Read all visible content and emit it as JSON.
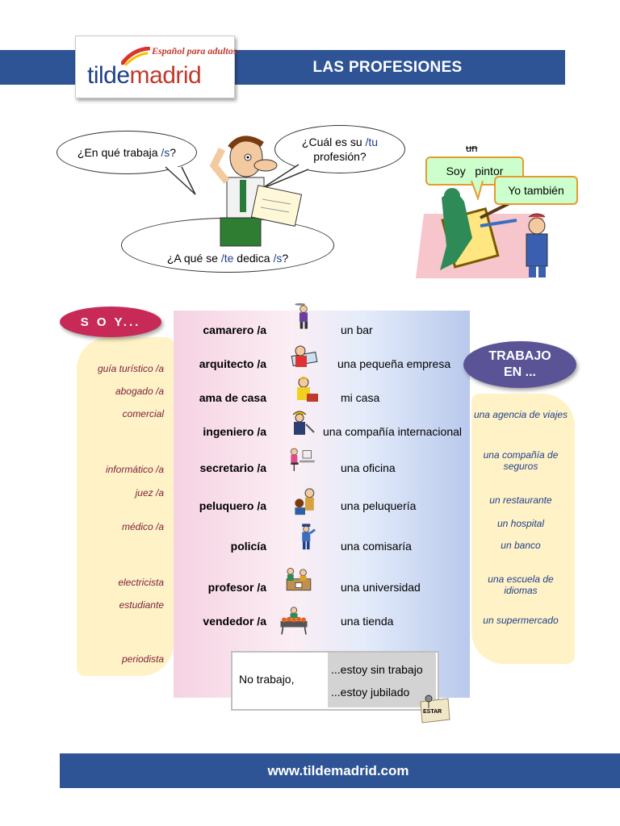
{
  "header": {
    "title": "LAS PROFESIONES",
    "logo_sub": "Español para adultos",
    "logo_tilde": "tilde",
    "logo_madrid": "madrid"
  },
  "questions": {
    "q1_text": "¿En qué trabaja ",
    "q1_hl": "/s",
    "q1_end": "?",
    "q2_line1_text": "¿Cuál es su ",
    "q2_line1_hl": "/tu",
    "q2_line2": "profesión?",
    "q3_text": "¿A qué se ",
    "q3_hl1": "/te",
    "q3_mid": " dedica ",
    "q3_hl2": "/s",
    "q3_end": "?"
  },
  "dialogue": {
    "crossed": "un",
    "soy_pintor": "Soy   pintor",
    "yo_tambien": "Yo también"
  },
  "soy_badge": "S O Y...",
  "trabajo_badge_line1": "TRABAJO",
  "trabajo_badge_line2": "EN ...",
  "left_professions": [
    "guía turístico /a",
    "abogado /a",
    "comercial",
    "informático /a",
    "juez /a",
    "médico /a",
    "electricista",
    "estudiante",
    "periodista"
  ],
  "rows": [
    {
      "profession": "camarero /a",
      "icon": "waiter-icon",
      "place": "un bar"
    },
    {
      "profession": "arquitecto /a",
      "icon": "architect-icon",
      "place": "una pequeña empresa"
    },
    {
      "profession": "ama de casa",
      "icon": "housewife-icon",
      "place": "mi casa"
    },
    {
      "profession": "ingeniero /a",
      "icon": "engineer-icon",
      "place": "una compañía internacional"
    },
    {
      "profession": "secretario /a",
      "icon": "secretary-icon",
      "place": "una oficina"
    },
    {
      "profession": "peluquero /a",
      "icon": "hairdresser-icon",
      "place": "una peluquería"
    },
    {
      "profession": "policía",
      "icon": "police-icon",
      "place": "una comisaría"
    },
    {
      "profession": "profesor /a",
      "icon": "teacher-icon",
      "place": "una universidad"
    },
    {
      "profession": "vendedor /a",
      "icon": "seller-icon",
      "place": "una tienda"
    }
  ],
  "right_places": [
    "una agencia de viajes",
    "una compañía de seguros",
    "un restaurante",
    "un hospital",
    "un banco",
    "una escuela de idiomas",
    "un supermercado"
  ],
  "no_trabajo": {
    "label": "No trabajo,",
    "option1": "...estoy sin trabajo",
    "option2": "...estoy jubilado",
    "note": "ESTAR"
  },
  "footer": {
    "url": "www.tildemadrid.com"
  },
  "colors": {
    "header_blue": "#2f5496",
    "soy_pink": "#c82a58",
    "trabajo_purple": "#5a5396",
    "left_text": "#7b1e3b",
    "right_text": "#1f3f8a"
  }
}
